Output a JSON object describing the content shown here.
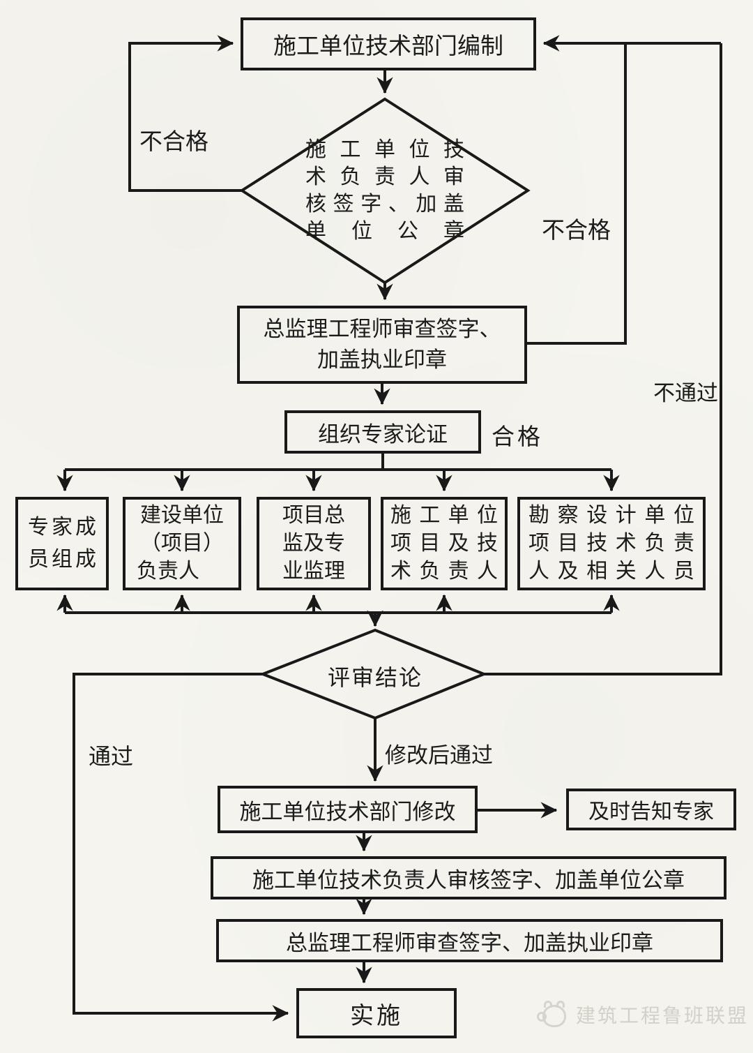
{
  "nodes": {
    "compile": {
      "label": "施工单位技术部门编制"
    },
    "review_diamond": {
      "lines": [
        "施工单位技",
        "术负责人审",
        "核签字、加盖",
        "单位公章"
      ]
    },
    "chief_engineer": {
      "lines": [
        "总监理工程师审查签字、",
        "加盖执业印章"
      ]
    },
    "organize": {
      "label": "组织专家论证"
    },
    "experts": {
      "lines": [
        "专家成",
        "员组成"
      ]
    },
    "owner": {
      "lines": [
        "建设单位",
        "（项目）",
        "负责人"
      ]
    },
    "supervisor": {
      "lines": [
        "项目总",
        "监及专",
        "业监理"
      ]
    },
    "contractor_tech": {
      "lines": [
        "施工单位",
        "项目及技",
        "术负责人"
      ]
    },
    "survey_design": {
      "lines": [
        "勘察设计单位",
        "项目技术负责",
        "人及相关人员"
      ]
    },
    "review_result": {
      "label": "评审结论"
    },
    "modify": {
      "label": "施工单位技术部门修改"
    },
    "notify": {
      "label": "及时告知专家"
    },
    "sign_seal": {
      "label": "施工单位技术负责人审核签字、加盖单位公章"
    },
    "chief_engineer2": {
      "label": "总监理工程师审查签字、加盖执业印章"
    },
    "implement": {
      "label": "实施"
    }
  },
  "labels": {
    "unqualified_left": "不合格",
    "unqualified_right": "不合格",
    "not_passed": "不通过",
    "qualified": "合格",
    "passed": "通过",
    "passed_after_modify": "修改后通过"
  },
  "watermark": {
    "text": "建筑工程鲁班联盟"
  },
  "colors": {
    "ink": "#191919",
    "paper": "#f5f4ee",
    "watermark": "#d3d0c7"
  }
}
